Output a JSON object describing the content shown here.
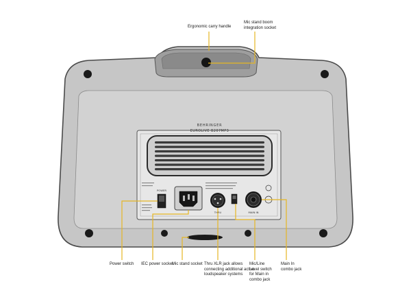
{
  "colors": {
    "callout": "#e6b623",
    "body": "#c6c6c6",
    "body_outline": "#4a4a4a",
    "panel": "#e7e7e7"
  },
  "callouts": {
    "carry_handle": "Ergonomic carry handle",
    "mic_boom": "Mic stand boom\nintegration socket",
    "power_switch": "Power switch",
    "iec_socket": "IEC power socket",
    "mic_socket": "Mic stand socket",
    "thru_xlr": "Thru XLR jack allows\nconnecting additional active\nloudspeaker systems",
    "mic_line": "Mic/Line\nLevel switch\nfor Main in\ncombo jack",
    "main_in": "Main In\ncombo jack"
  },
  "panel": {
    "brand": "BEHRINGER",
    "model": "EUROLIVE B207MP3",
    "power_label": "POWER",
    "thru_label": "THRU",
    "main_in_label": "MAIN IN"
  }
}
